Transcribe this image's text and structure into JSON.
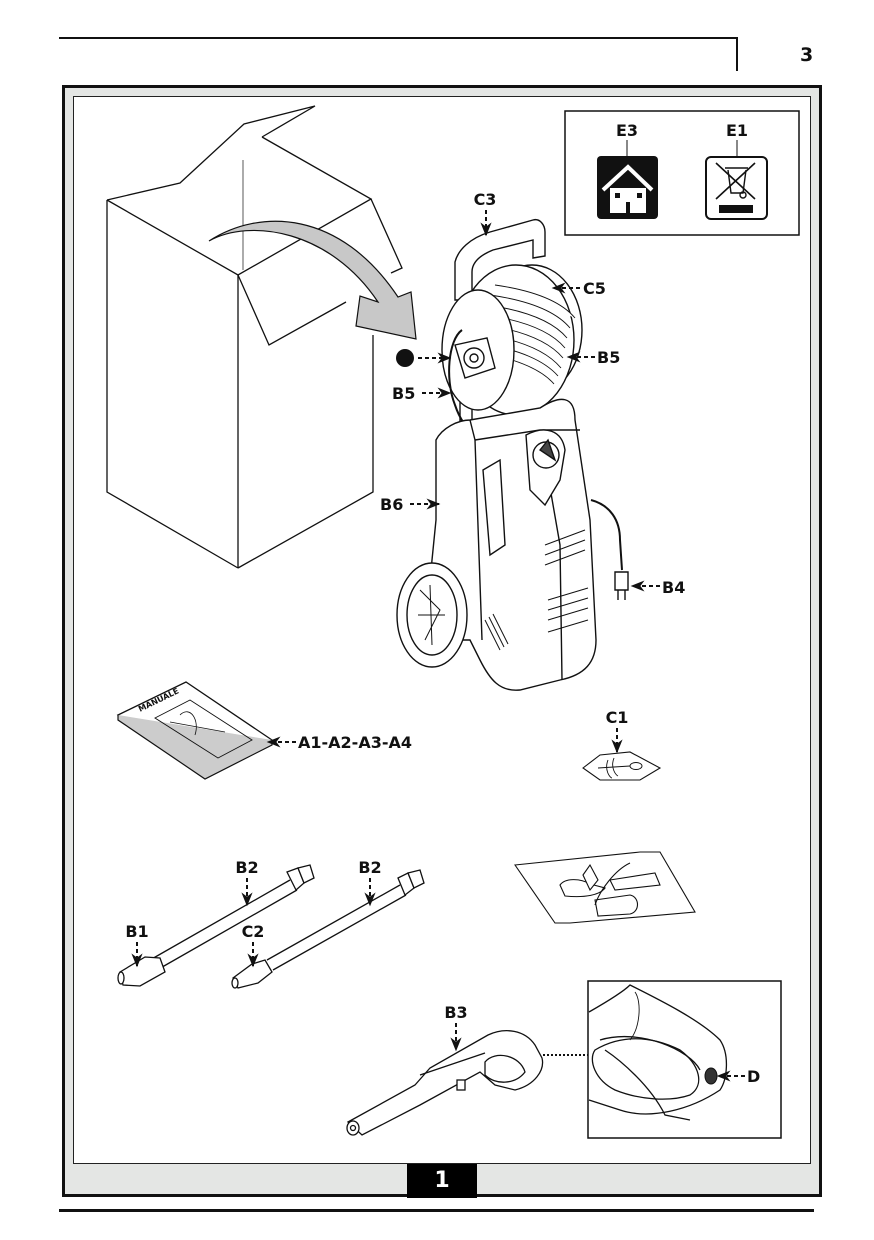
{
  "page": {
    "number": "3",
    "figure_number": "1"
  },
  "symbols": [
    {
      "label": "E3",
      "icon": "house-icon"
    },
    {
      "label": "E1",
      "icon": "crossed-bin-icon"
    }
  ],
  "callouts": {
    "c3": "C3",
    "c5": "C5",
    "b5_reel": "B5",
    "b5_hose": "B5",
    "b6": "B6",
    "b4": "B4",
    "manual": "A1-A2-A3-A4",
    "manual_cover": "MANUALE",
    "c1": "C1",
    "b2_left": "B2",
    "b2_right": "B2",
    "b1": "B1",
    "c2": "C2",
    "b3": "B3",
    "d": "D"
  }
}
